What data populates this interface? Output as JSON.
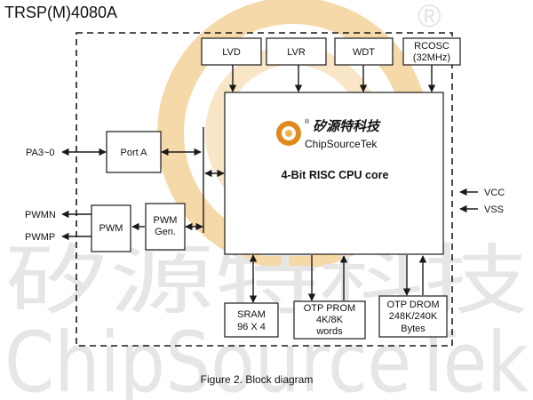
{
  "header": {
    "title": "TRSP(M)4080A"
  },
  "watermark": {
    "cn_text": "矽源特科技",
    "en_text": "ChipSourceTek",
    "registered_mark": "®",
    "colors": {
      "ring_outer": "#f6d9a9",
      "ring_inner": "#f9e6c6",
      "text": "#e6e6e6"
    }
  },
  "blocks": {
    "lvd": "LVD",
    "lvr": "LVR",
    "wdt": "WDT",
    "rcosc": [
      "RCOSC",
      "(32MHz)"
    ],
    "port_a": "Port A",
    "pwm_gen": [
      "PWM",
      "Gen."
    ],
    "pwm": "PWM",
    "cpu_core": "4-Bit RISC CPU core",
    "sram": [
      "SRAM",
      "96 X 4"
    ],
    "otp_prom": [
      "OTP PROM",
      "4K/8K",
      "words"
    ],
    "otp_drom": [
      "OTP DROM",
      "248K/240K",
      "Bytes"
    ]
  },
  "cpu_logo": {
    "cn_text": "矽源特科技",
    "en_text": "ChipSourceTek",
    "registered_mark": "®",
    "colors": {
      "outer": "#e08a1e",
      "inner": "#f4b24a"
    }
  },
  "pins": {
    "pa": "PA3~0",
    "pwmn": "PWMN",
    "pwmp": "PWMP",
    "vcc": "VCC",
    "vss": "VSS"
  },
  "caption": "Figure 2. Block diagram"
}
